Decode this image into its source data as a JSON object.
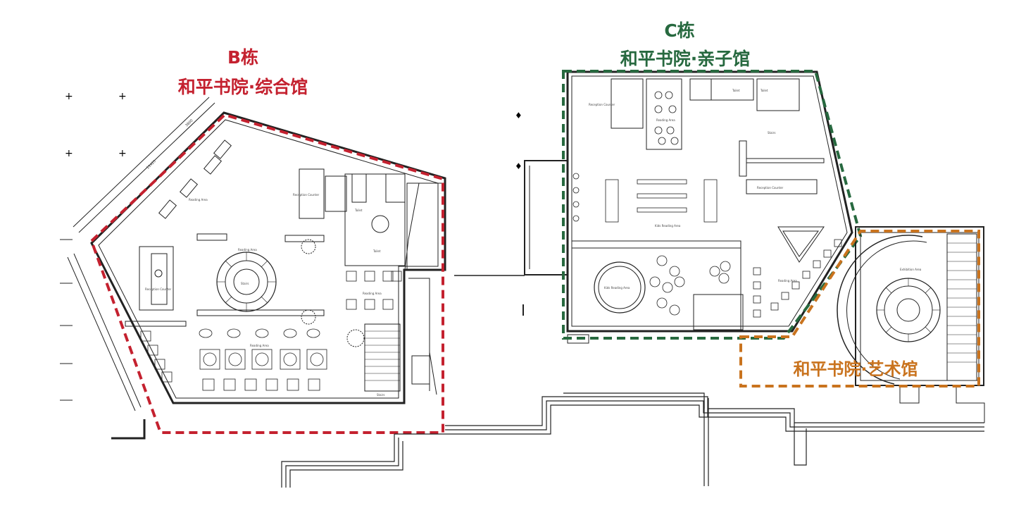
{
  "buildings": {
    "b": {
      "code": "B栋",
      "name": "和平书院·综合馆",
      "color": "#c4212f"
    },
    "c": {
      "code": "C栋",
      "name": "和平书院·亲子馆",
      "color": "#27693f"
    },
    "art": {
      "name": "和平书院·艺术馆",
      "color": "#c9731e"
    }
  },
  "room_labels": {
    "reading_area": "Reading Area",
    "reception_counter": "Reception Counter",
    "stairs": "Stairs",
    "toilet": "Toilet",
    "kids_reading_area": "Kids Reading Area",
    "exhibition_area": "Exhibition Area"
  }
}
